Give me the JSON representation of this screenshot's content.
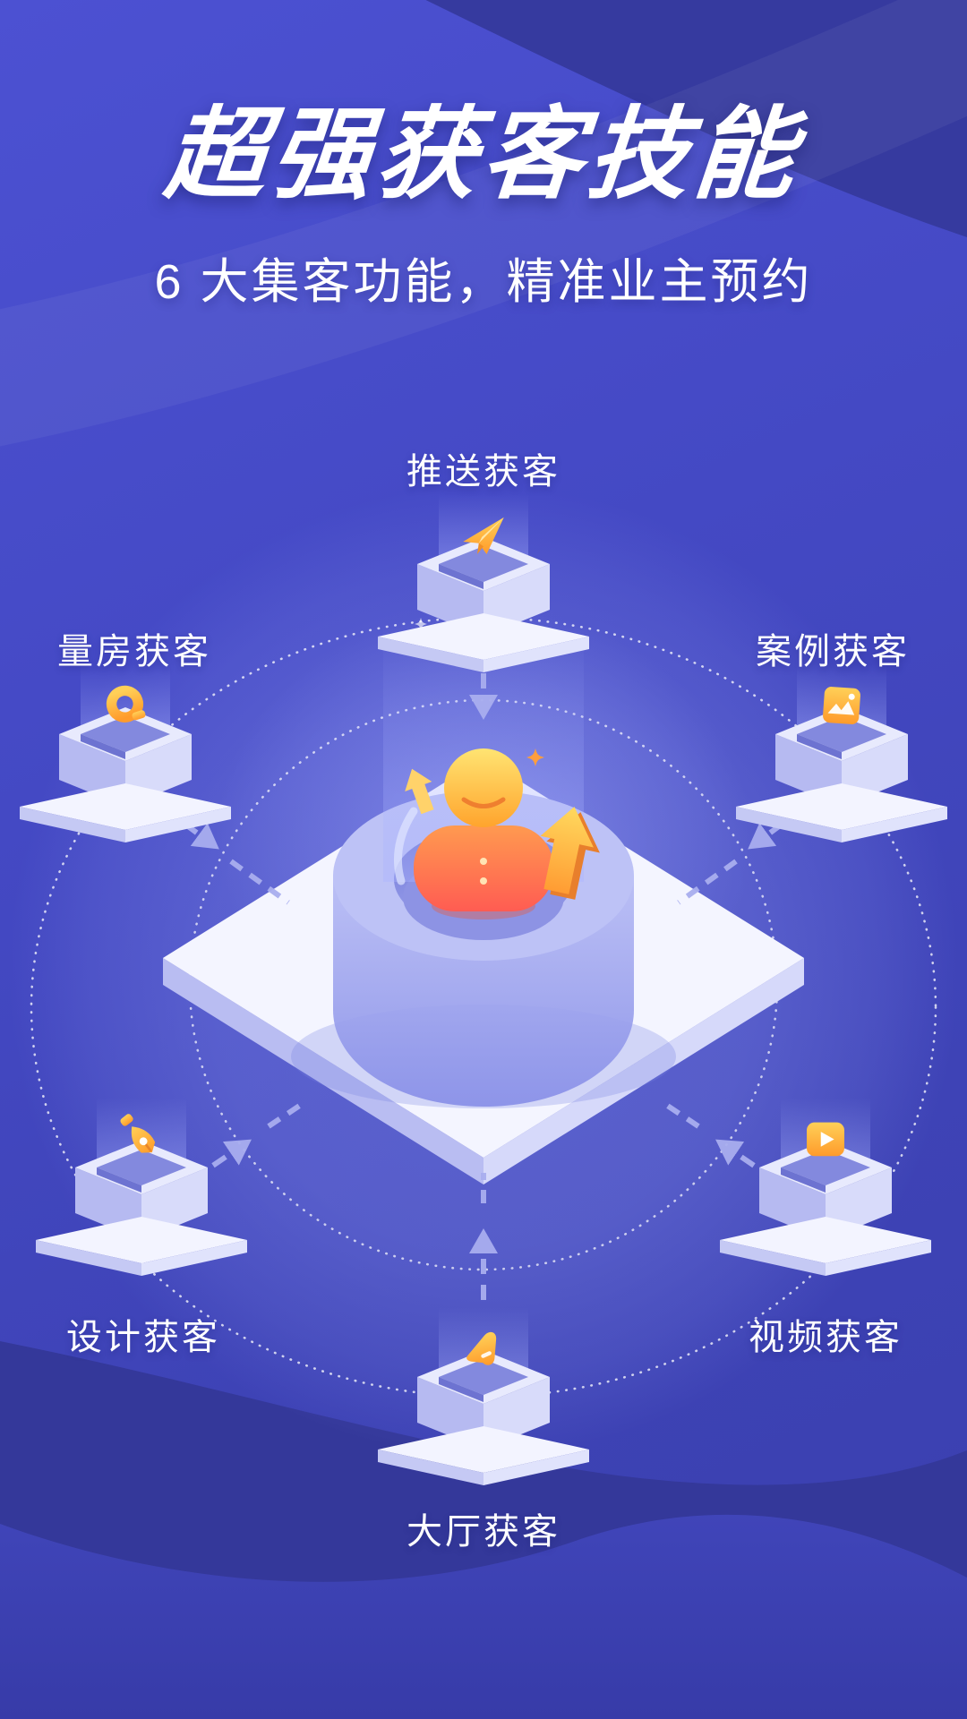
{
  "page": {
    "title": "超强获客技能",
    "subtitle": "6 大集客功能，精准业主预约"
  },
  "diagram": {
    "center": {
      "icon": "user-icon"
    },
    "nodes": [
      {
        "id": "push",
        "label": "推送获客",
        "icon": "paper-plane-icon",
        "position": "top"
      },
      {
        "id": "measure",
        "label": "量房获客",
        "icon": "protractor-icon",
        "position": "upper-left"
      },
      {
        "id": "case",
        "label": "案例获客",
        "icon": "gallery-icon",
        "position": "upper-right"
      },
      {
        "id": "design",
        "label": "设计获客",
        "icon": "pen-nib-icon",
        "position": "lower-left"
      },
      {
        "id": "video",
        "label": "视频获客",
        "icon": "video-play-icon",
        "position": "lower-right"
      },
      {
        "id": "hall",
        "label": "大厅获客",
        "icon": "horn-icon",
        "position": "bottom"
      }
    ]
  },
  "colors": {
    "background_top": "#4c51d2",
    "background_bottom": "#3a3fae",
    "dark_wave": "#363a9f",
    "accent_orange": "#ff9c2e",
    "person_red": "#ff5c52",
    "pedestal_light": "#f3f4ff",
    "dash_line": "#a9aeef",
    "orbit_dots": "#ffffff",
    "text": "#ffffff"
  }
}
